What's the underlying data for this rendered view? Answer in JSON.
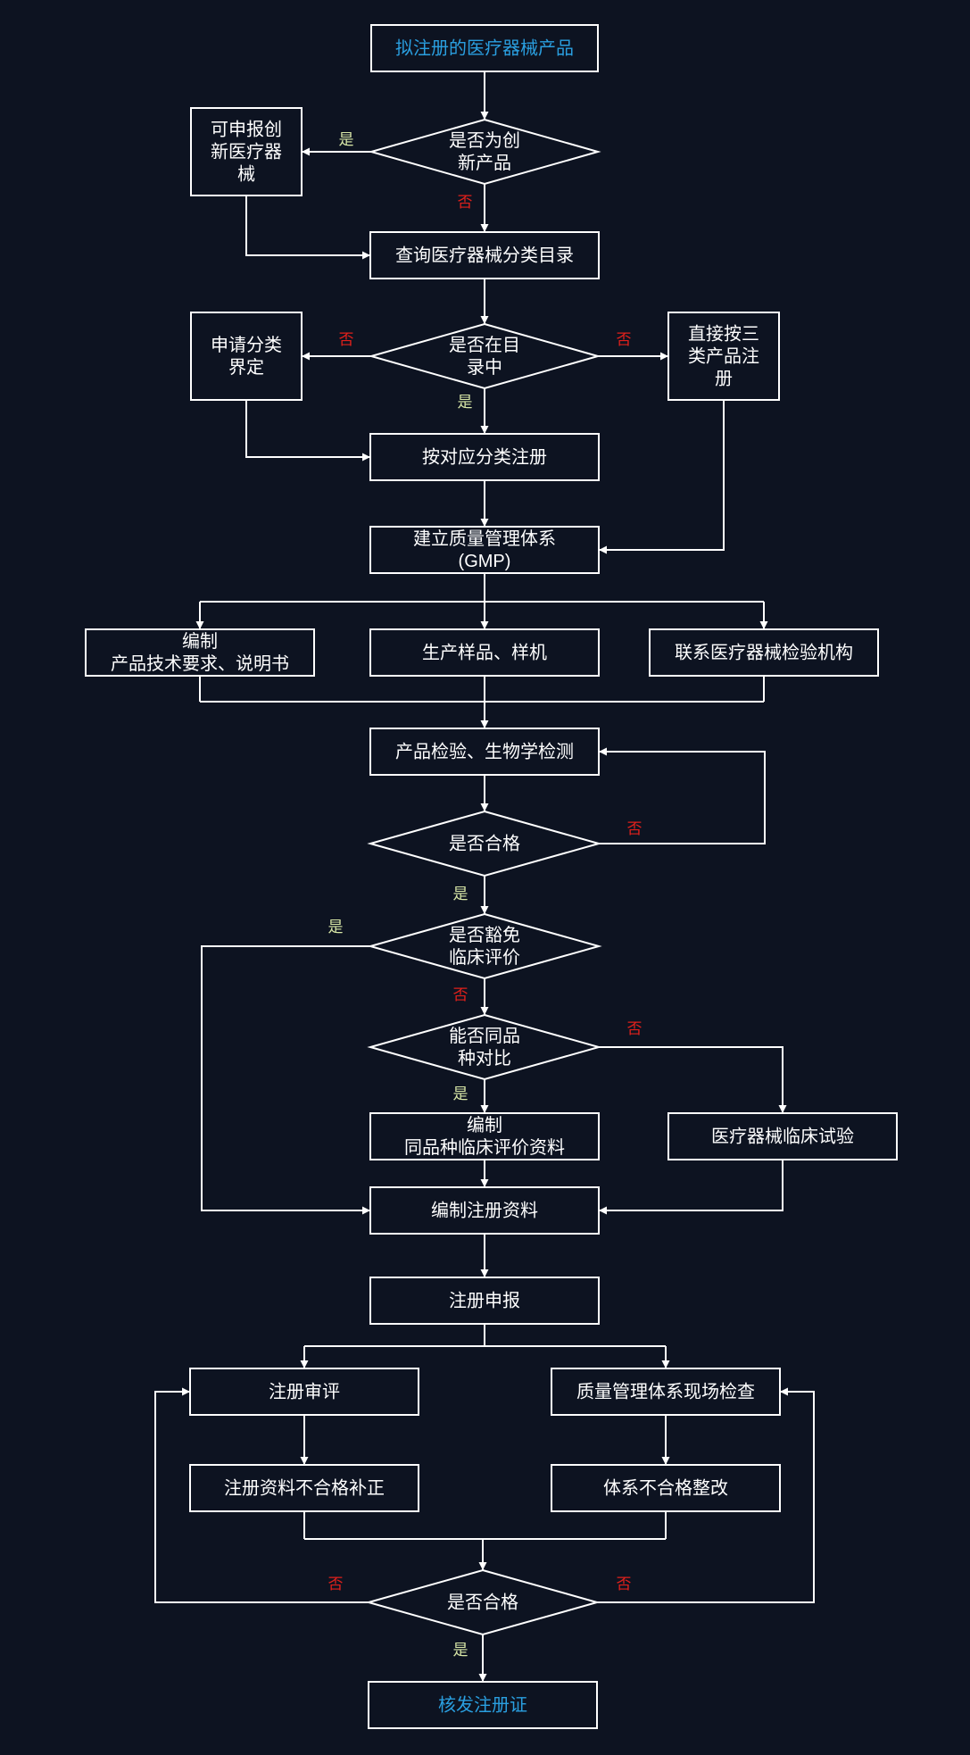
{
  "colors": {
    "background": "#0d1321",
    "stroke": "#ffffff",
    "accent": "#2a9fe0",
    "yes": "#d9e8a8",
    "no": "#e0201b"
  },
  "nodes": {
    "start": [
      "拟注册的医疗器械产品"
    ],
    "q_innovative": [
      "是否为创",
      "新产品"
    ],
    "innovative_apply": [
      "可申报创",
      "新医疗器",
      "械"
    ],
    "query_catalog": [
      "查询医疗器械分类目录"
    ],
    "q_in_catalog": [
      "是否在目",
      "录中"
    ],
    "apply_classification": [
      "申请分类",
      "界定"
    ],
    "register_class3": [
      "直接按三",
      "类产品注",
      "册"
    ],
    "register_by_class": [
      "按对应分类注册"
    ],
    "qms": [
      "建立质量管理体系",
      "(GMP)"
    ],
    "tech_requirements": [
      "编制",
      "产品技术要求、说明书"
    ],
    "produce_samples": [
      "生产样品、样机"
    ],
    "contact_lab": [
      "联系医疗器械检验机构"
    ],
    "product_test": [
      "产品检验、生物学检测"
    ],
    "q_pass_test": [
      "是否合格"
    ],
    "q_exempt": [
      "是否豁免",
      "临床评价"
    ],
    "q_equivalent": [
      "能否同品",
      "种对比"
    ],
    "equivalent_eval": [
      "编制",
      "同品种临床评价资料"
    ],
    "clinical_trial": [
      "医疗器械临床试验"
    ],
    "compile_docs": [
      "编制注册资料"
    ],
    "submit": [
      "注册申报"
    ],
    "review": [
      "注册审评"
    ],
    "inspection": [
      "质量管理体系现场检查"
    ],
    "supplement": [
      "注册资料不合格补正"
    ],
    "rectify": [
      "体系不合格整改"
    ],
    "q_pass_final": [
      "是否合格"
    ],
    "certificate": [
      "核发注册证"
    ]
  },
  "labels": {
    "innovative_yes": "是",
    "innovative_no": "否",
    "catalog_no_left": "否",
    "catalog_no_right": "否",
    "catalog_yes": "是",
    "test_no": "否",
    "test_yes": "是",
    "exempt_yes": "是",
    "exempt_no": "否",
    "equivalent_no": "否",
    "equivalent_yes": "是",
    "final_no_left": "否",
    "final_no_right": "否",
    "final_yes": "是"
  }
}
